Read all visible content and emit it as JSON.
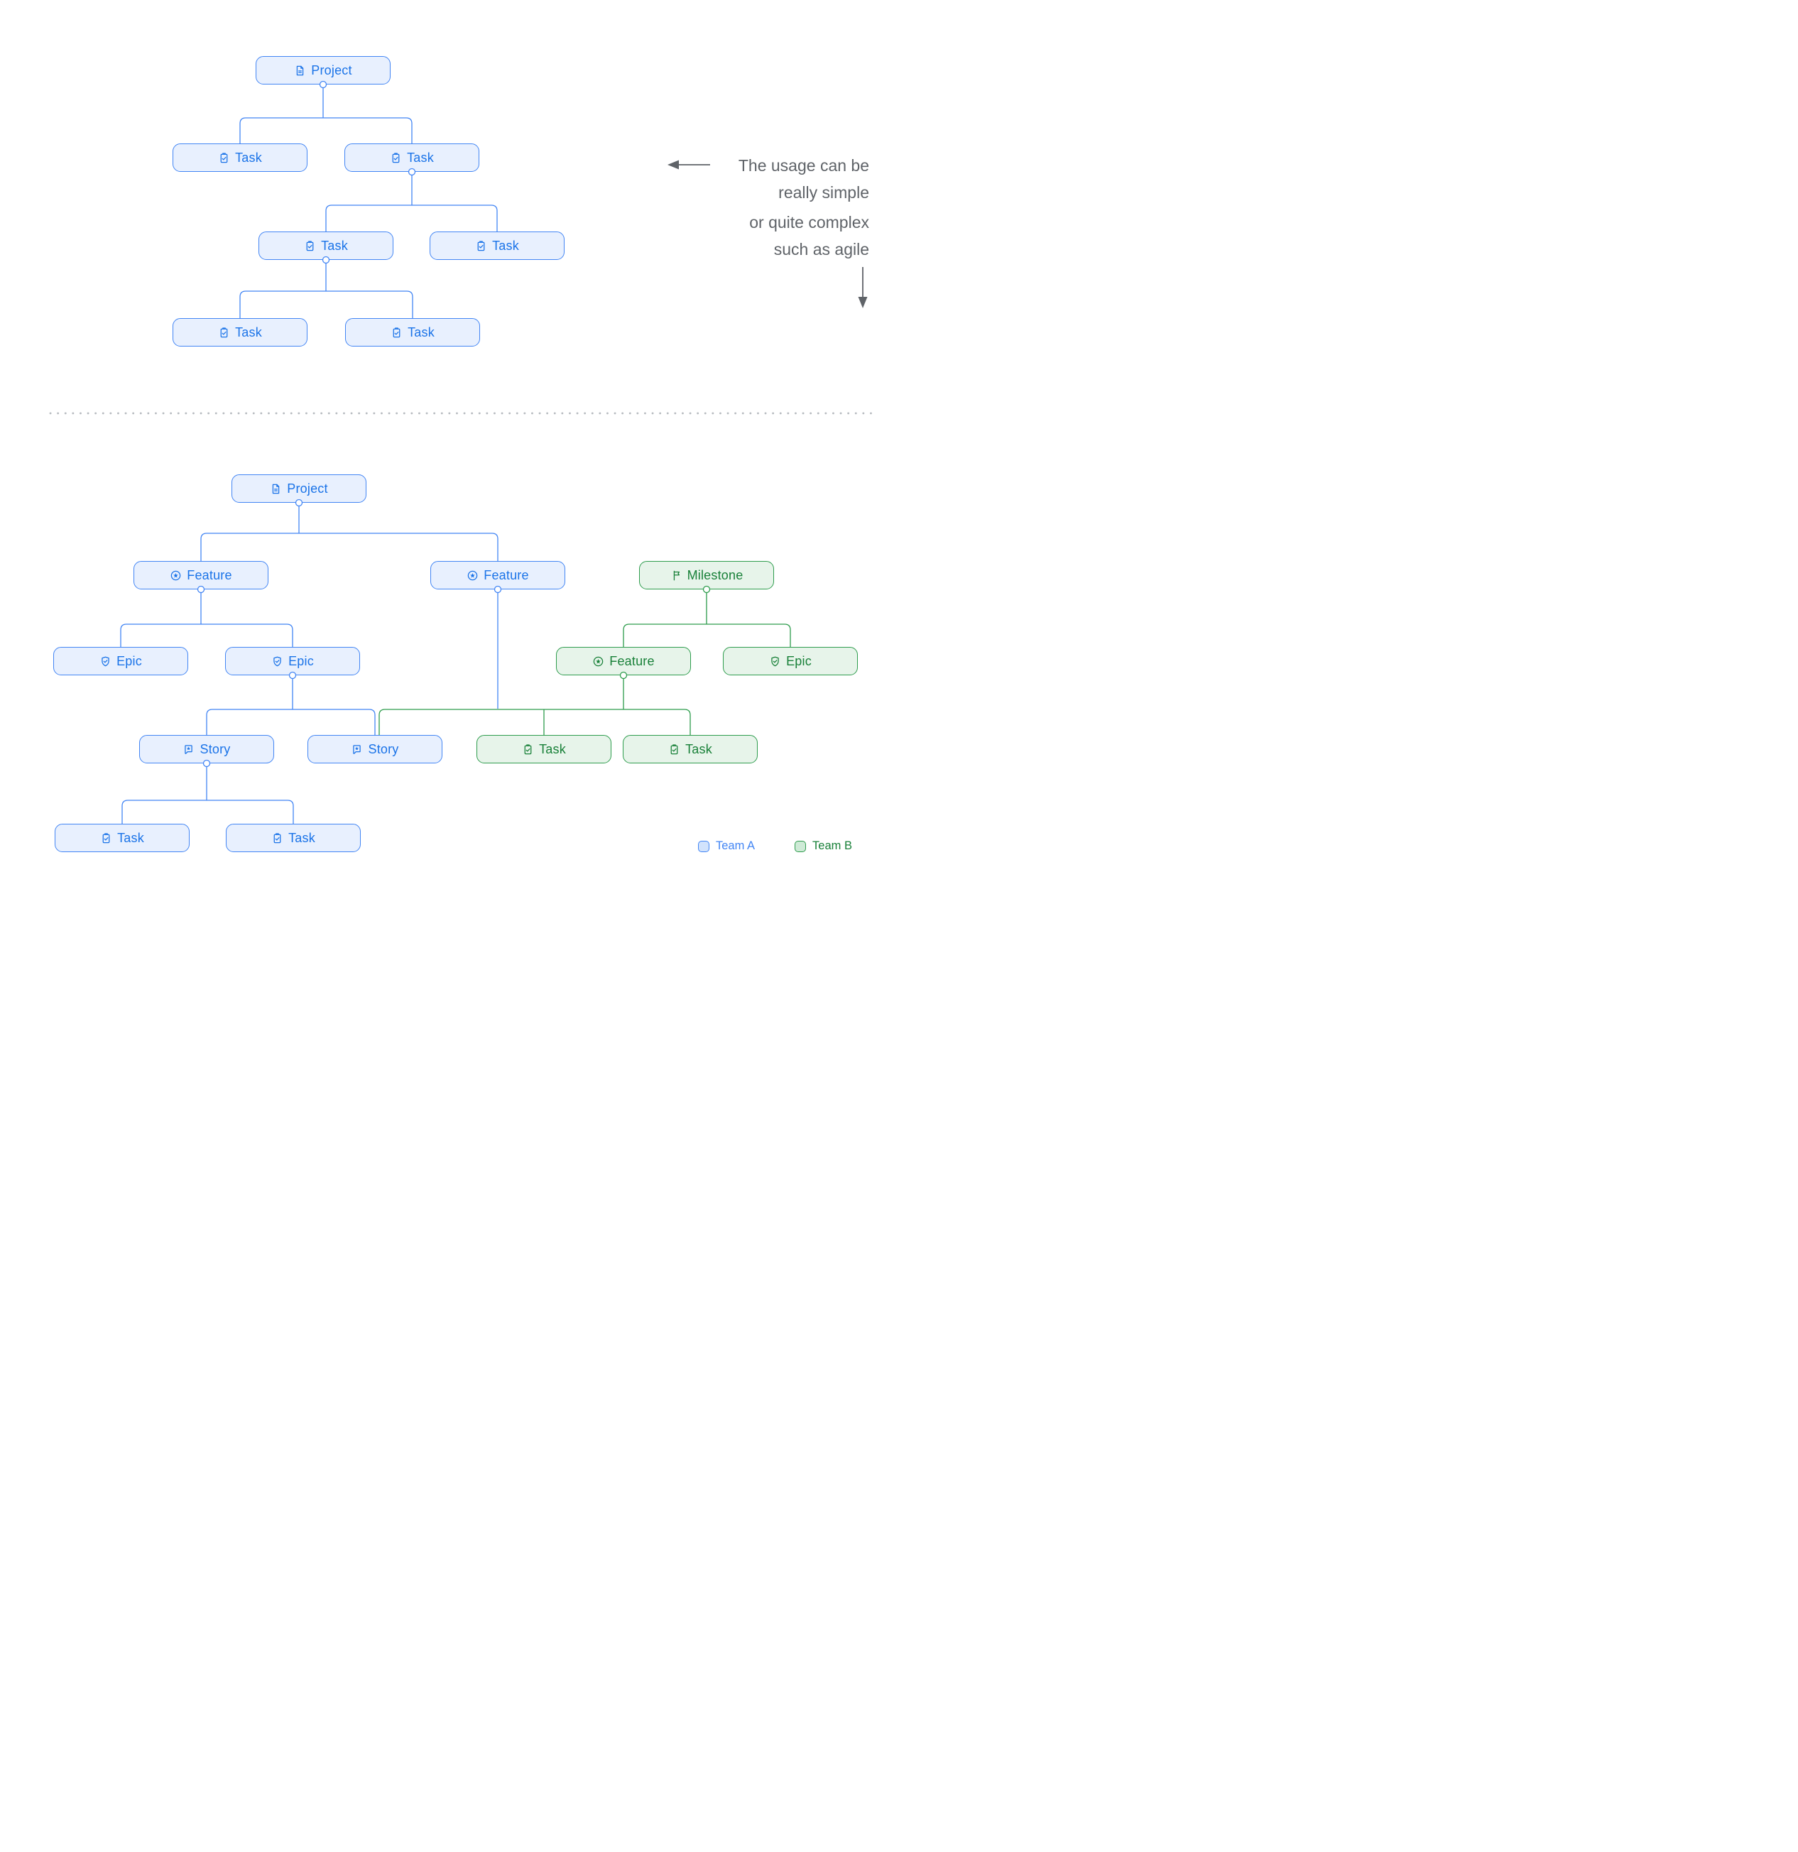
{
  "colors": {
    "blue_border": "#4285f4",
    "blue_fill": "#e8f0fe",
    "blue_text": "#1a73e8",
    "green_border": "#2d9c4c",
    "green_fill": "#e7f4ea",
    "green_text": "#188038",
    "annotation": "#5f6368",
    "divider": "#b6babf"
  },
  "icons": {
    "project": "document-icon",
    "task": "clipboard-check-icon",
    "feature": "star-circle-icon",
    "epic": "shield-check-icon",
    "story": "comment-star-icon",
    "milestone": "flag-icon"
  },
  "annotation": {
    "lines": [
      "The usage can be",
      "really simple",
      "or quite complex",
      "such as agile"
    ]
  },
  "legend": {
    "team_a": "Team A",
    "team_b": "Team B"
  },
  "simple_tree": {
    "root": "Project",
    "level1": [
      "Task",
      "Task"
    ],
    "level2": [
      "Task",
      "Task"
    ],
    "level3": [
      "Task",
      "Task"
    ]
  },
  "complex_tree": {
    "root": "Project",
    "features": [
      "Feature",
      "Feature"
    ],
    "milestone": "Milestone",
    "epics": [
      "Epic",
      "Epic"
    ],
    "milestone_children": [
      "Feature",
      "Epic"
    ],
    "stories": [
      "Story",
      "Story"
    ],
    "green_tasks": [
      "Task",
      "Task"
    ],
    "blue_tasks": [
      "Task",
      "Task"
    ]
  }
}
